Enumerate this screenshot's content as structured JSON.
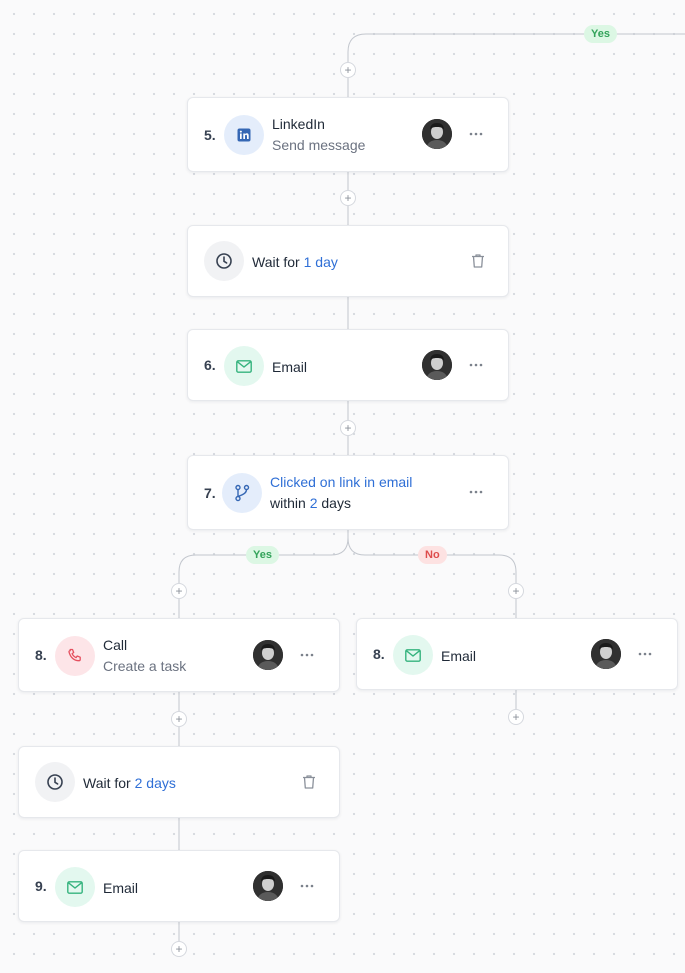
{
  "canvas": {
    "top_branch_badge": "Yes",
    "add_symbol": "+"
  },
  "steps": [
    {
      "number": "5.",
      "title": "LinkedIn",
      "subtitle": "Send message",
      "icon": "linkedin-icon"
    },
    {
      "wait_prefix": "Wait for",
      "wait_value": "1 day"
    },
    {
      "number": "6.",
      "title": "Email",
      "icon": "mail-icon"
    },
    {
      "number": "7.",
      "condition": "Clicked on link in email",
      "within_prefix": "within",
      "within_value": "2",
      "within_suffix": "days",
      "icon": "branch-icon"
    }
  ],
  "branches": {
    "yes": {
      "label": "Yes",
      "steps": [
        {
          "number": "8.",
          "title": "Call",
          "subtitle": "Create a task",
          "icon": "phone-icon"
        },
        {
          "wait_prefix": "Wait for",
          "wait_value": "2 days"
        },
        {
          "number": "9.",
          "title": "Email",
          "icon": "mail-icon"
        }
      ]
    },
    "no": {
      "label": "No",
      "steps": [
        {
          "number": "8.",
          "title": "Email",
          "icon": "mail-icon"
        }
      ]
    }
  },
  "colors": {
    "accent_blue": "#2f6fd6",
    "yes_green": "#33a35a",
    "no_red": "#de4d4d",
    "email_green": "#35b37e",
    "call_red": "#e5505f"
  }
}
